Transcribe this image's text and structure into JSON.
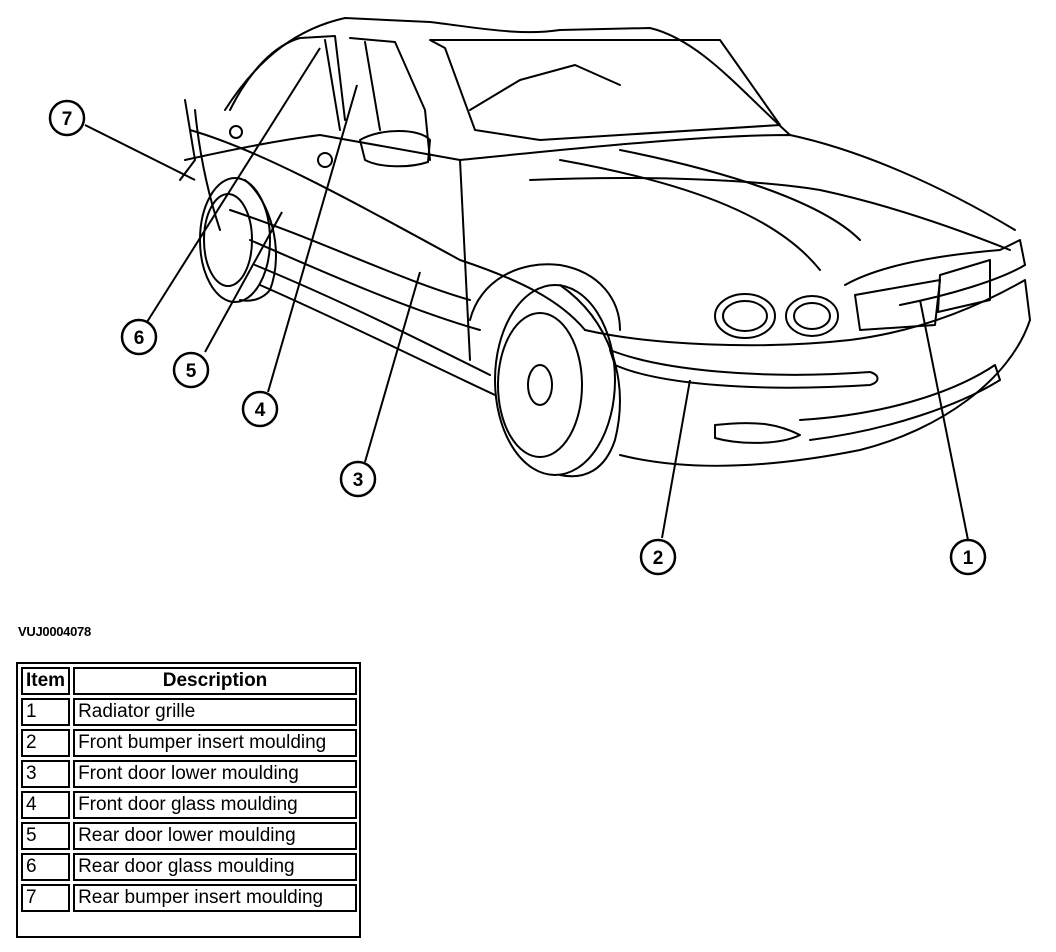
{
  "figure_id": "VUJ0004078",
  "callouts": [
    "1",
    "2",
    "3",
    "4",
    "5",
    "6",
    "7"
  ],
  "legend": {
    "headers": {
      "item": "Item",
      "description": "Description"
    },
    "rows": [
      {
        "item": "1",
        "description": "Radiator grille"
      },
      {
        "item": "2",
        "description": "Front bumper insert moulding"
      },
      {
        "item": "3",
        "description": "Front door lower moulding"
      },
      {
        "item": "4",
        "description": "Front door glass moulding"
      },
      {
        "item": "5",
        "description": "Rear door lower moulding"
      },
      {
        "item": "6",
        "description": "Rear door glass moulding"
      },
      {
        "item": "7",
        "description": "Rear bumper insert moulding"
      }
    ]
  }
}
